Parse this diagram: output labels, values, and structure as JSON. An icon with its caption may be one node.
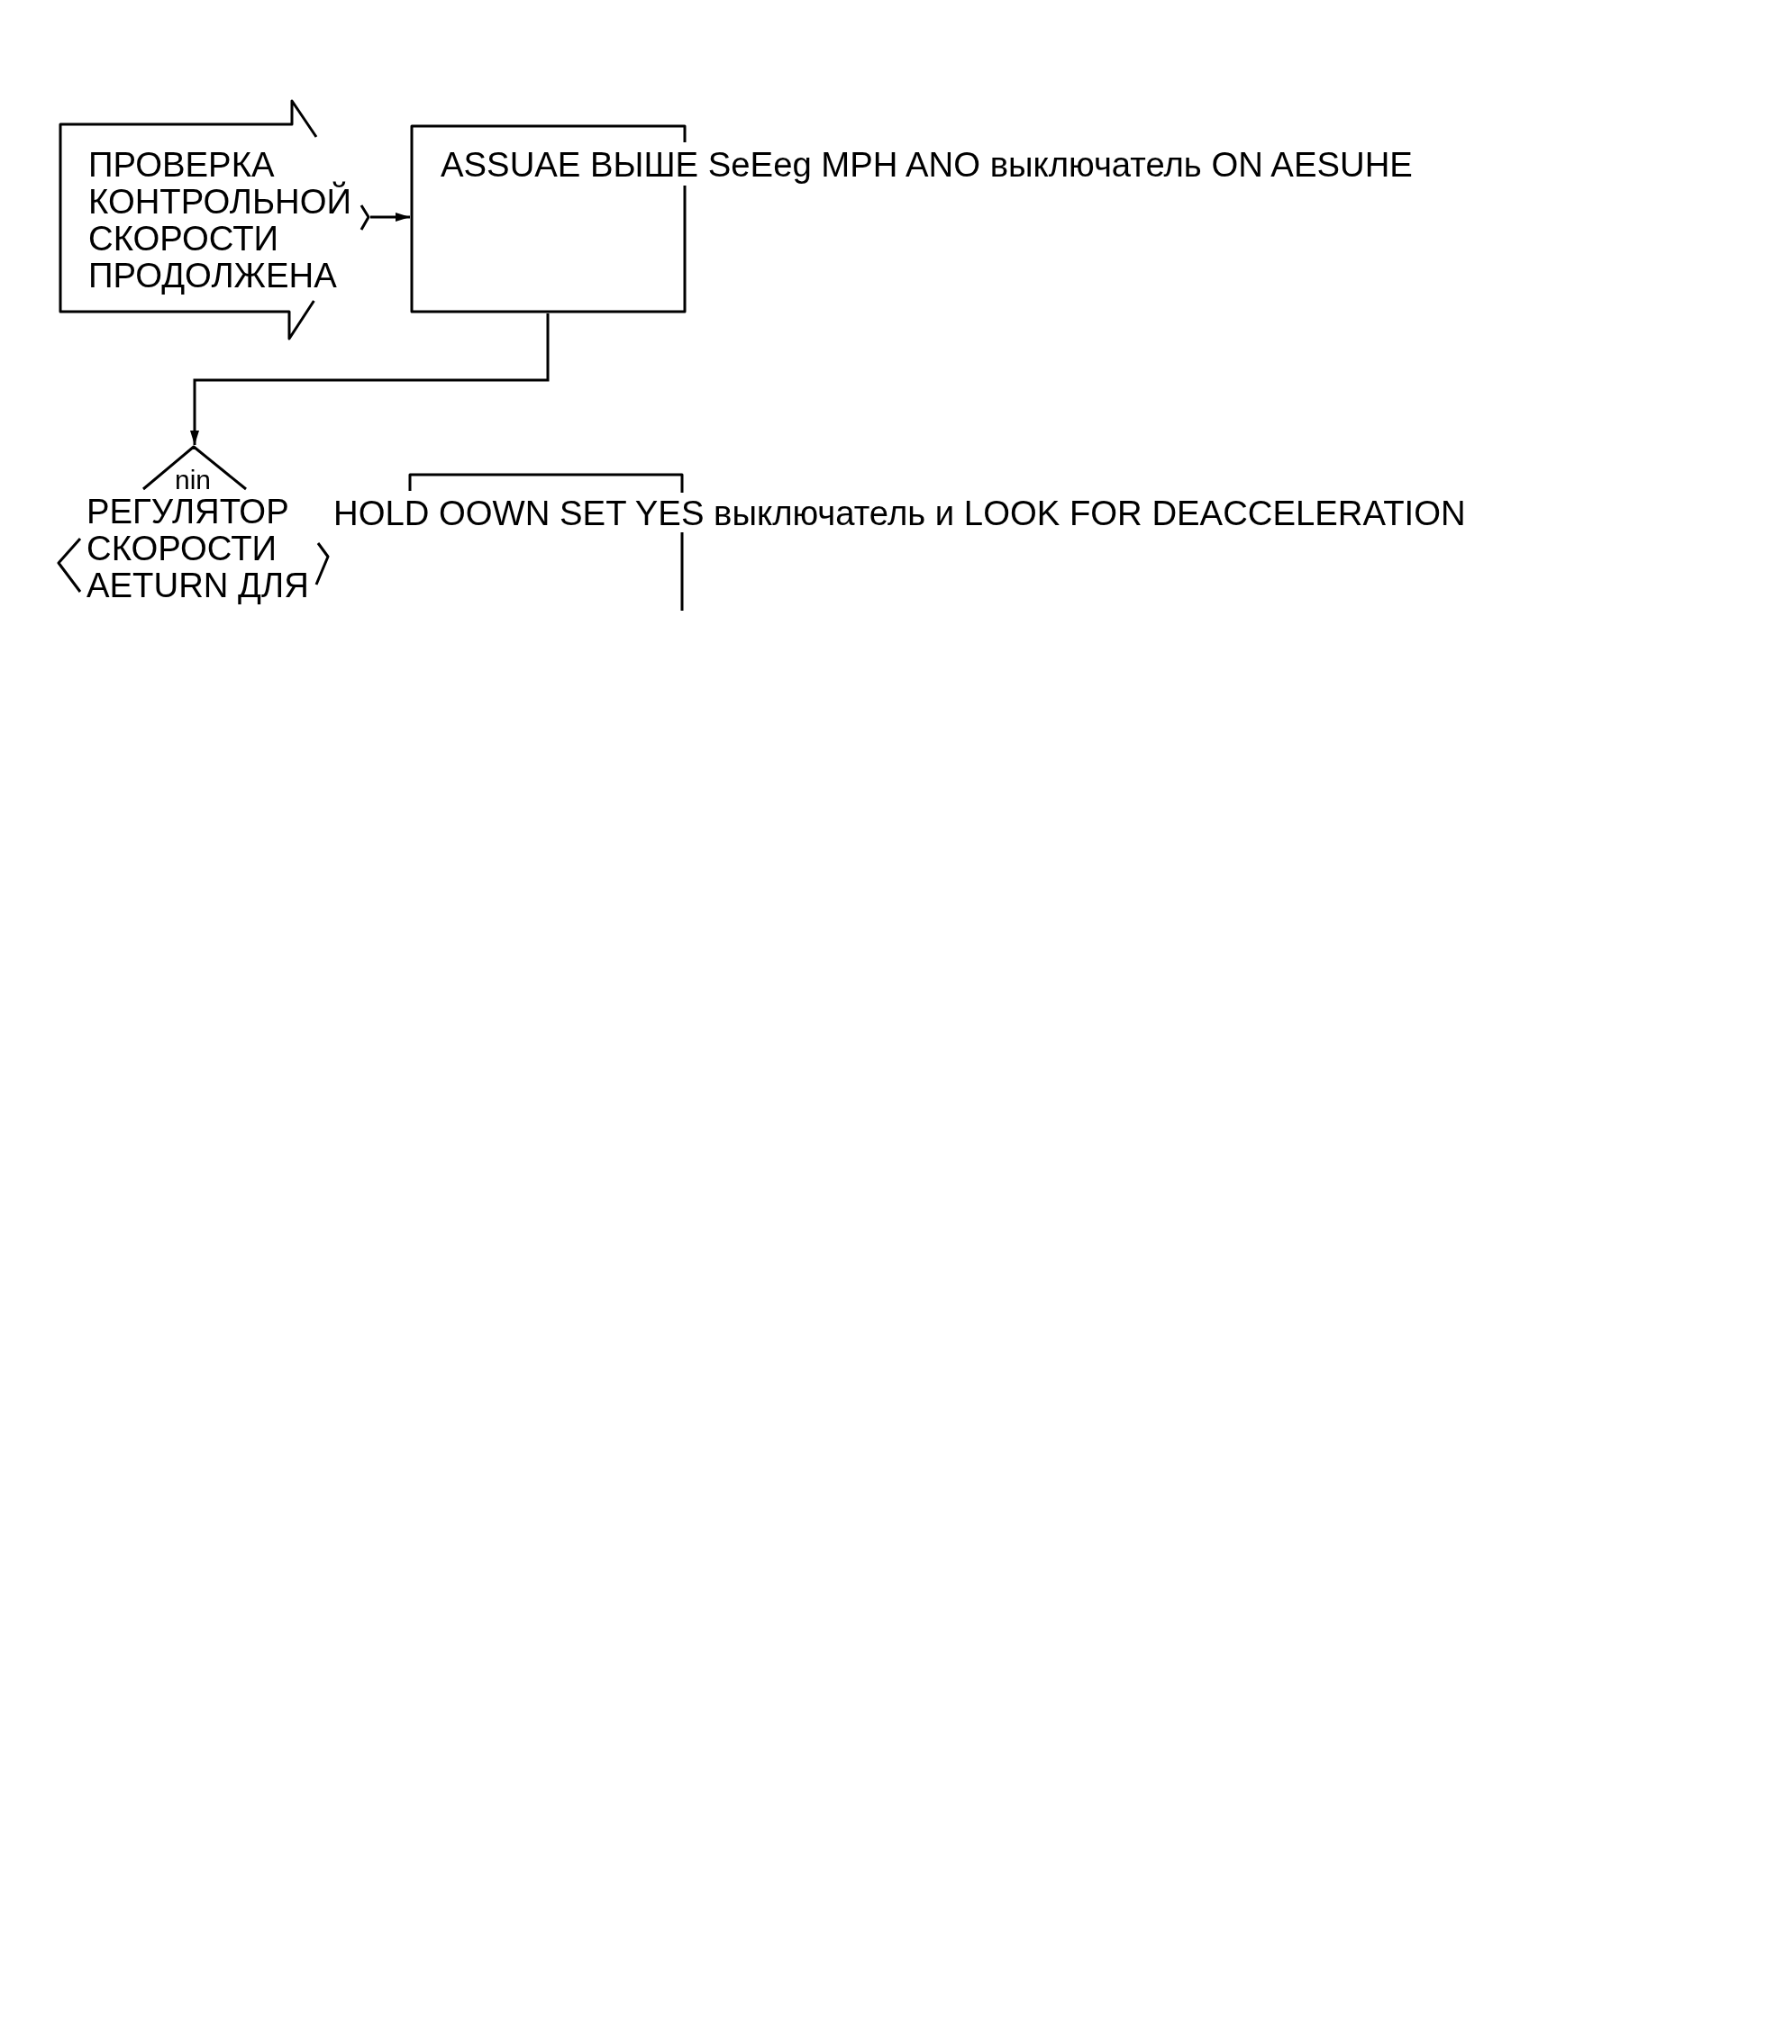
{
  "diagram": {
    "nodes": [
      {
        "text": [
          "ПРОВЕРКА КОНТРОЛЬНОЙ СКОРОСТИ ПРОДОЛЖЕНА"
        ]
      },
      {
        "text": [
          "ASSUAE ВЫШЕ SeEeg MPH ANO выключатель ON AESUHE"
        ]
      },
      {
        "text": [
          "nin",
          "РЕГУЛЯТОР СКОРОСТИ AETURN ДЛЯ"
        ]
      },
      {
        "text": [
          "HOLD OOWN SET YES выключатель и LOOK FOR DEACCELERATION"
        ]
      }
    ],
    "edges": [
      {
        "from": 0,
        "to": 1,
        "arrow": "to"
      },
      {
        "from": 1,
        "to": 2,
        "arrow": "to"
      }
    ]
  }
}
